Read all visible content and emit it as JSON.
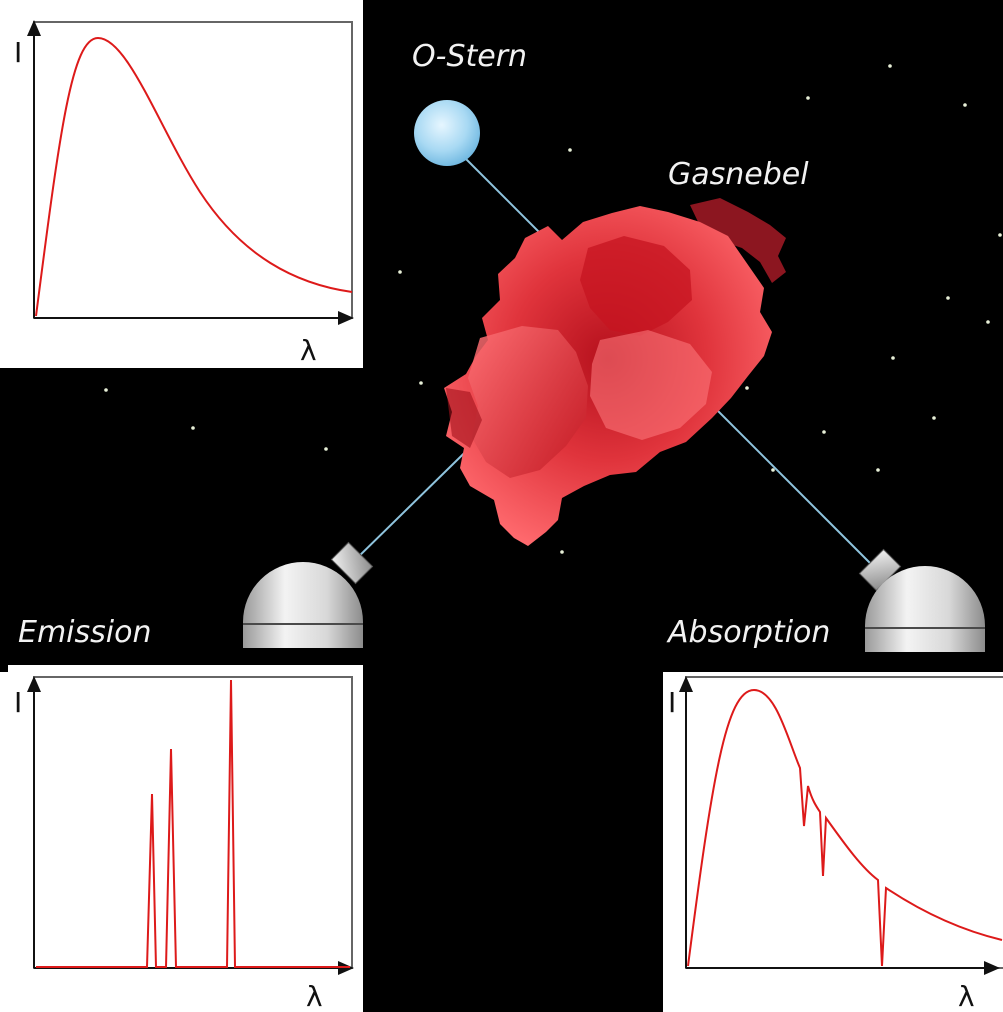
{
  "labels": {
    "star": "O-Stern",
    "nebula": "Gasnebel",
    "emission": "Emission",
    "absorption": "Absorption"
  },
  "axes": {
    "y_symbol": "I",
    "x_symbol": "λ"
  },
  "colors": {
    "background": "#000000",
    "curve": "#dd1a1a",
    "star": "#9fd6f2",
    "beam": "#8fc4de",
    "nebula": "#e23a3f"
  },
  "icons": [
    "star-icon",
    "telescope-dome-icon",
    "gas-nebula-icon"
  ],
  "chart_data": [
    {
      "id": "continuum",
      "type": "line",
      "title": "",
      "xlabel": "λ",
      "ylabel": "I",
      "shape": "blackbody"
    },
    {
      "id": "emission",
      "type": "line",
      "title": "Emission",
      "xlabel": "λ",
      "ylabel": "I",
      "shape": "emission-lines",
      "lines": [
        {
          "x": 0.35,
          "height": 0.6
        },
        {
          "x": 0.41,
          "height": 0.76
        },
        {
          "x": 0.6,
          "height": 1.0
        }
      ]
    },
    {
      "id": "absorption",
      "type": "line",
      "title": "Absorption",
      "xlabel": "λ",
      "ylabel": "I",
      "shape": "blackbody-absorption",
      "dips": [
        {
          "x": 0.38,
          "depth": 0.2
        },
        {
          "x": 0.44,
          "depth": 0.22
        },
        {
          "x": 0.62,
          "depth": 0.28
        }
      ]
    }
  ]
}
